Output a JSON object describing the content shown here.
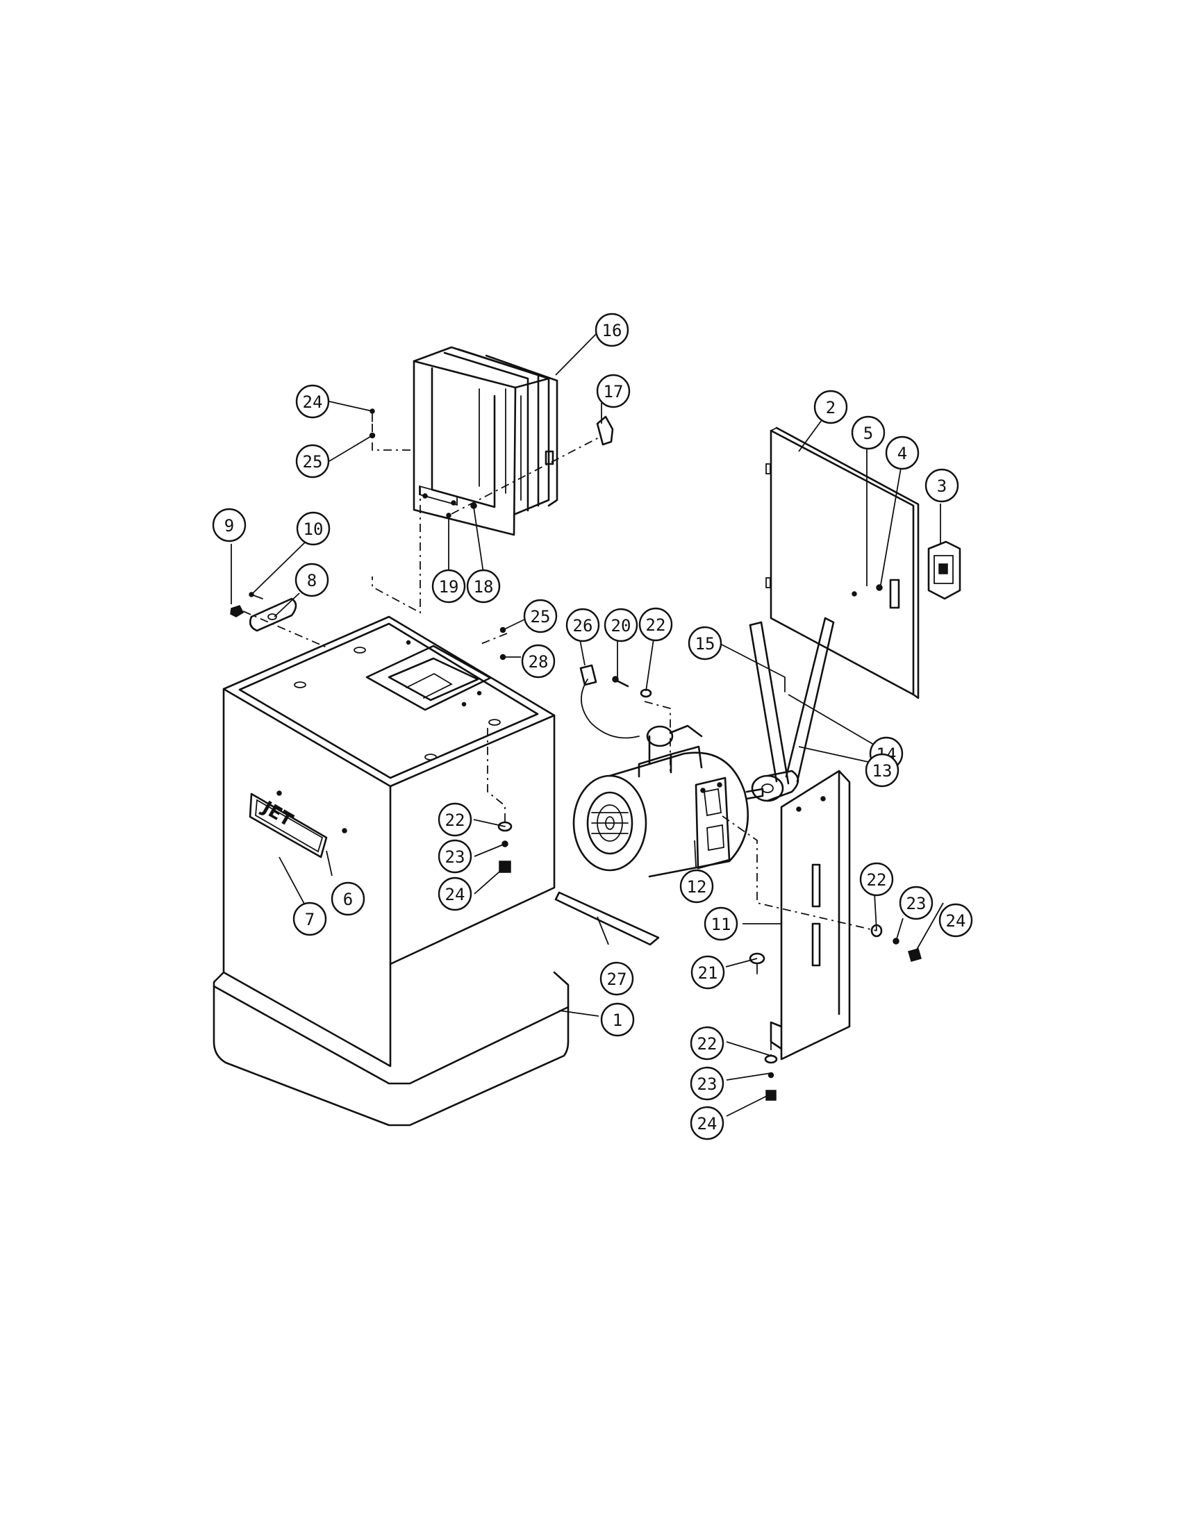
{
  "diagram": {
    "brand_logo": "JET",
    "callouts": [
      {
        "id": "c16",
        "label": "16"
      },
      {
        "id": "c17",
        "label": "17"
      },
      {
        "id": "c24a",
        "label": "24"
      },
      {
        "id": "c25a",
        "label": "25"
      },
      {
        "id": "c19",
        "label": "19"
      },
      {
        "id": "c18",
        "label": "18"
      },
      {
        "id": "c9",
        "label": "9"
      },
      {
        "id": "c10",
        "label": "10"
      },
      {
        "id": "c8",
        "label": "8"
      },
      {
        "id": "c2",
        "label": "2"
      },
      {
        "id": "c5",
        "label": "5"
      },
      {
        "id": "c4",
        "label": "4"
      },
      {
        "id": "c3",
        "label": "3"
      },
      {
        "id": "c25b",
        "label": "25"
      },
      {
        "id": "c28",
        "label": "28"
      },
      {
        "id": "c26",
        "label": "26"
      },
      {
        "id": "c20",
        "label": "20"
      },
      {
        "id": "c22a",
        "label": "22"
      },
      {
        "id": "c15",
        "label": "15"
      },
      {
        "id": "c14",
        "label": "14"
      },
      {
        "id": "c13",
        "label": "13"
      },
      {
        "id": "c22b",
        "label": "22"
      },
      {
        "id": "c23a",
        "label": "23"
      },
      {
        "id": "c24b",
        "label": "24"
      },
      {
        "id": "c6",
        "label": "6"
      },
      {
        "id": "c7",
        "label": "7"
      },
      {
        "id": "c12",
        "label": "12"
      },
      {
        "id": "c11",
        "label": "11"
      },
      {
        "id": "c22c",
        "label": "22"
      },
      {
        "id": "c23b",
        "label": "23"
      },
      {
        "id": "c24c",
        "label": "24"
      },
      {
        "id": "c21",
        "label": "21"
      },
      {
        "id": "c27",
        "label": "27"
      },
      {
        "id": "c1",
        "label": "1"
      },
      {
        "id": "c22d",
        "label": "22"
      },
      {
        "id": "c23c",
        "label": "23"
      },
      {
        "id": "c24d",
        "label": "24"
      }
    ]
  }
}
